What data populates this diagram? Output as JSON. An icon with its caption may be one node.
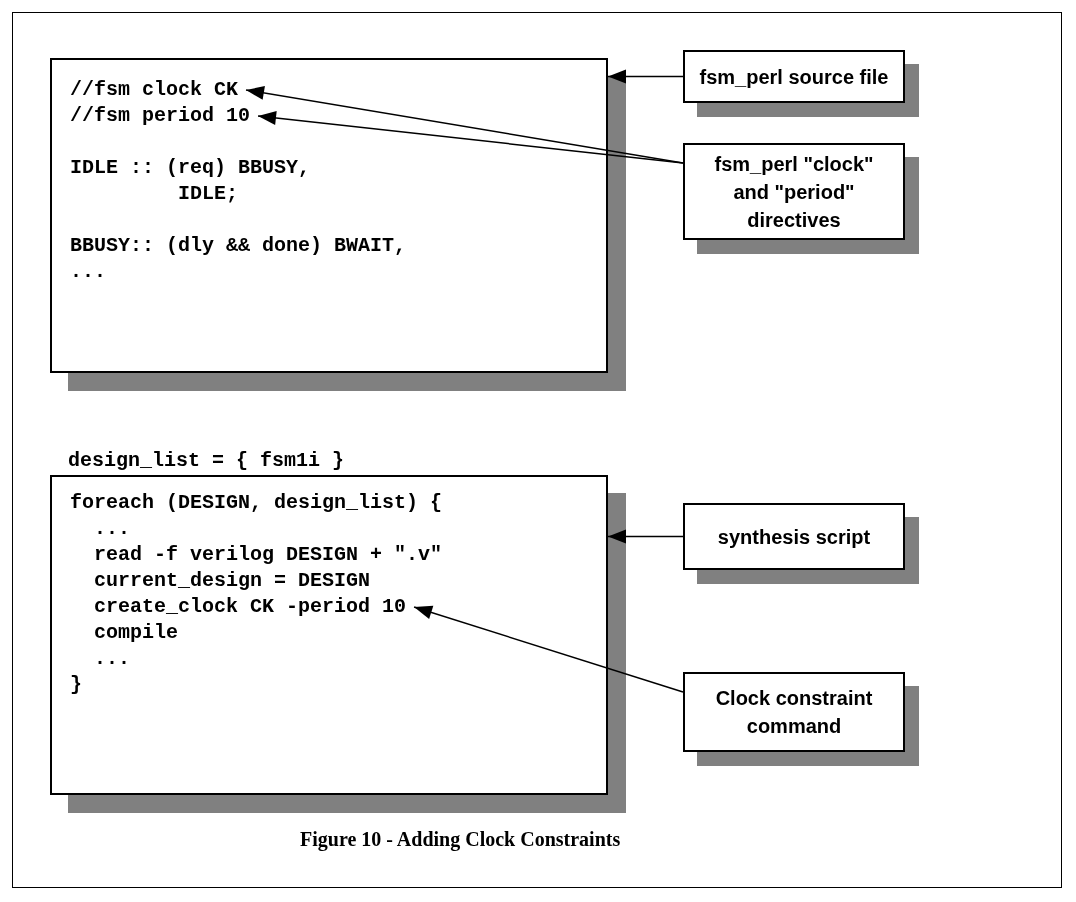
{
  "diagram": {
    "caption": "Figure 10 - Adding Clock Constraints",
    "nodes": [
      {
        "text": [],
        "shape": "box"
      },
      {
        "text": [
          "//fsm clock CK"
        ],
        "in": 0
      },
      {
        "text": [
          "//fsm period 10"
        ],
        "in": 0
      },
      {
        "text": [
          "IDLE :: (req) BBUSY,"
        ],
        "in": 0
      },
      {
        "text": [
          "IDLE;"
        ],
        "in": 0
      },
      {
        "text": [
          "BBUSY:: (dly && done) BWAIT,"
        ],
        "in": 0
      },
      {
        "text": [
          "..."
        ],
        "in": 0
      },
      {
        "text": [
          "fsm_perl source file"
        ]
      },
      {
        "text": [
          "fsm_perl \"clock\" and \"period\" directives"
        ]
      },
      {
        "text": [],
        "shape": "box"
      },
      {
        "text": [
          "foreach (DESIGN, design_list) {"
        ],
        "in": 9
      },
      {
        "text": [
          "..."
        ],
        "in": 9
      },
      {
        "text": [
          "read -f verilog DESIGN + \".v\""
        ],
        "in": 9
      },
      {
        "text": [
          "current_design = DESIGN"
        ],
        "in": 9
      },
      {
        "text": [
          "create_clock CK -period 10"
        ],
        "in": 9
      },
      {
        "text": [
          "compile"
        ],
        "in": 9
      },
      {
        "text": [
          "..."
        ],
        "in": 9
      },
      {
        "text": [
          "}"
        ],
        "in": 9
      },
      {
        "text": [
          "synthesis script"
        ]
      },
      {
        "text": [
          "Clock constraint command"
        ]
      }
    ],
    "edges": [
      {
        "from": 7,
        "to": 0,
        "arrow": "to"
      },
      {
        "from": 8,
        "to": 1,
        "arrow": "to"
      },
      {
        "from": 8,
        "to": 2,
        "arrow": "to"
      },
      {
        "from": 18,
        "to": 9,
        "arrow": "to"
      },
      {
        "from": 19,
        "to": 14,
        "arrow": "to"
      }
    ],
    "labels": [
      "design_list = { fsm1i }"
    ]
  }
}
